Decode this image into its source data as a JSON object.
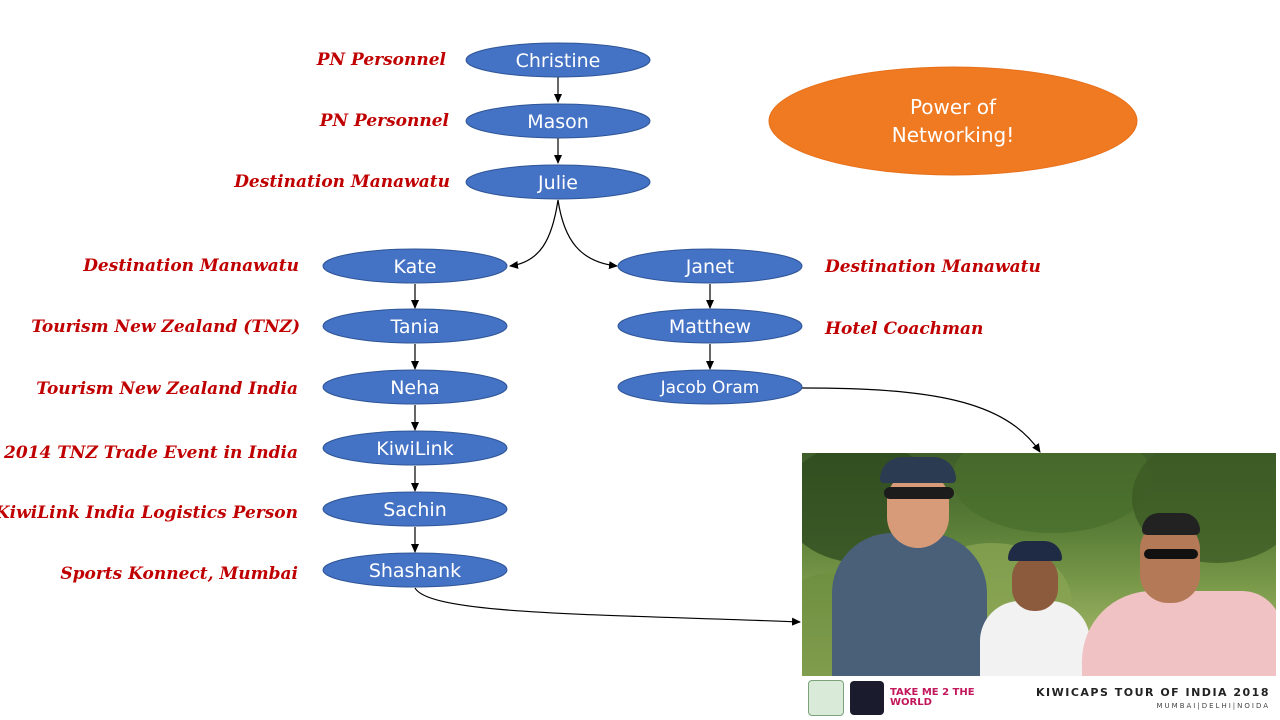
{
  "callout": {
    "lines": [
      "Power of",
      "Networking!"
    ],
    "color": "#f07a22"
  },
  "colors": {
    "node_fill": "#4472c4",
    "node_stroke": "#2f5597",
    "role_text": "#c00000",
    "connector": "#000000"
  },
  "nodes": {
    "christine": {
      "name": "Christine",
      "role": "PN Personnel"
    },
    "mason": {
      "name": "Mason",
      "role": "PN Personnel"
    },
    "julie": {
      "name": "Julie",
      "role": "Destination Manawatu"
    },
    "kate": {
      "name": "Kate",
      "role": "Destination Manawatu"
    },
    "janet": {
      "name": "Janet",
      "role": "Destination Manawatu"
    },
    "tania": {
      "name": "Tania",
      "role": "Tourism New Zealand (TNZ)"
    },
    "matthew": {
      "name": "Matthew",
      "role": "Hotel Coachman"
    },
    "neha": {
      "name": "Neha",
      "role": "Tourism New Zealand India"
    },
    "jacob": {
      "name": "Jacob Oram",
      "role": ""
    },
    "kiwilink": {
      "name": "KiwiLink",
      "role": "2014 TNZ Trade Event in India"
    },
    "sachin": {
      "name": "Sachin",
      "role": "KiwiLink India Logistics Person"
    },
    "shashank": {
      "name": "Shashank",
      "role": "Sports Konnect, Mumbai"
    }
  },
  "photo": {
    "banner_title": "KIWICAPS TOUR OF INDIA 2018",
    "banner_cities": "MUMBAI|DELHI|NOIDA",
    "logo_text": "TAKE ME 2 THE WORLD"
  }
}
